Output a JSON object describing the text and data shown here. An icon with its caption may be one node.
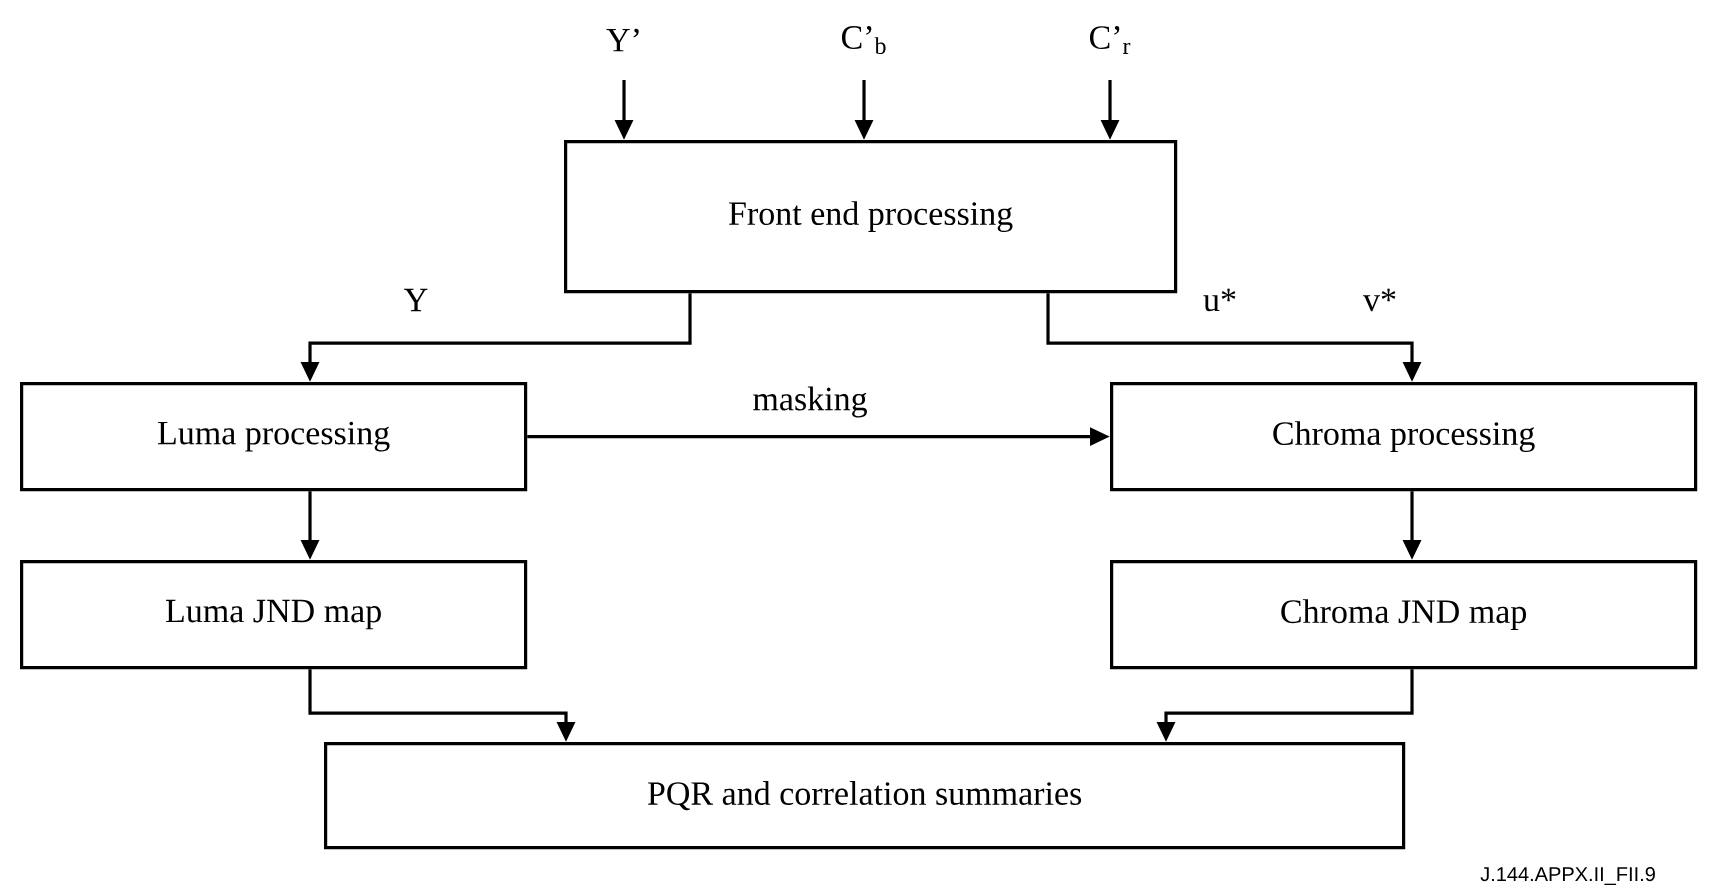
{
  "diagram": {
    "nodes": [
      {
        "text": [
          "Front end processing"
        ]
      },
      {
        "text": [
          "Luma processing"
        ]
      },
      {
        "text": [
          "Chroma processing"
        ]
      },
      {
        "text": [
          "Luma JND map"
        ]
      },
      {
        "text": [
          "Chroma JND map"
        ]
      },
      {
        "text": [
          "PQR and correlation summaries"
        ]
      }
    ],
    "edges": [
      {
        "from": null,
        "to": 0,
        "arrow": "to",
        "label": "Y’"
      },
      {
        "from": null,
        "to": 0,
        "arrow": "to",
        "label": "C’$_{b}$"
      },
      {
        "from": null,
        "to": 0,
        "arrow": "to",
        "label": "C’$_{r}$"
      },
      {
        "from": 0,
        "to": 1,
        "arrow": "to",
        "label": "Y"
      },
      {
        "from": 0,
        "to": 2,
        "arrow": "to",
        "label": "u*"
      },
      {
        "from": 1,
        "to": 2,
        "arrow": "to",
        "label": "masking"
      },
      {
        "from": 1,
        "to": 3,
        "arrow": "to"
      },
      {
        "from": 2,
        "to": 4,
        "arrow": "to"
      },
      {
        "from": 3,
        "to": 5,
        "arrow": "to"
      },
      {
        "from": 4,
        "to": 5,
        "arrow": "to"
      }
    ],
    "labels": [
      "v*",
      "J.144.APPX.II_FII.9"
    ]
  }
}
